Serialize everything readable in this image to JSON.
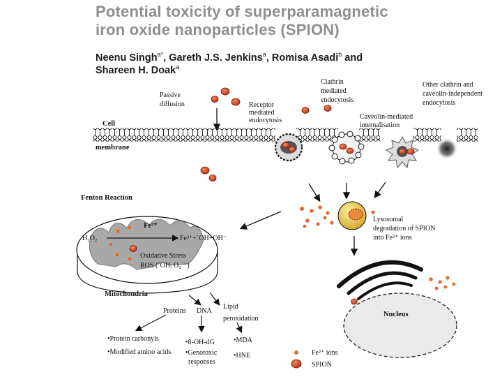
{
  "paper": {
    "title_line1": "Potential toxicity of superparamagnetic",
    "title_line2": "iron oxide nanoparticles (SPION)",
    "authors": [
      {
        "name": "Neenu Singh",
        "sup": "a*",
        "sep": ", "
      },
      {
        "name": "Gareth J.S. Jenkins",
        "sup": "a",
        "sep": ", "
      },
      {
        "name": "Romisa Asadi",
        "sup": "b",
        "sep": " and"
      },
      {
        "name": "Shareen H. Doak",
        "sup": "a",
        "sep": ""
      }
    ]
  },
  "figure": {
    "passive_diffusion": [
      "Passive",
      "diffusion"
    ],
    "receptor": [
      "Receptor",
      "mediated",
      "endocytosis"
    ],
    "clathrin": [
      "Clathrin",
      "mediated",
      "endocytosis"
    ],
    "caveolin": [
      "Caveolin-mediated",
      "internalisation"
    ],
    "other": [
      "Other clathrin and",
      "caveolin-independent",
      "endocytosis"
    ],
    "cell": "Cell",
    "membrane": "membrane",
    "fenton": "Fenton Reaction",
    "h2o2": "H₂O₂",
    "fe": "Fe²⁺",
    "fe3": "Fe³⁺+˙OH+OH⁻",
    "ox_stress": "Oxidative Stress",
    "ros": "ROS  (˙OH, O₂˙⁻)",
    "mito": "Mitochondria",
    "proteins": "Proteins",
    "dna": "DNA",
    "lipid": [
      "Lipid",
      "peroxidation"
    ],
    "lyso": [
      "Lysosomal",
      "degradation of SPION",
      "into Fe²⁺ ions"
    ],
    "nucleus": "Nucleus",
    "protein_effects": [
      "•Protein carbonyls",
      "•Modified amino acids"
    ],
    "dna_effects": [
      "•8-OH-dG",
      "•Genotoxic",
      "responses"
    ],
    "lipid_effects": [
      "•MDA",
      "•HNE"
    ],
    "legend_fe": "Fe²⁺ ions",
    "legend_spion": "SPION"
  }
}
